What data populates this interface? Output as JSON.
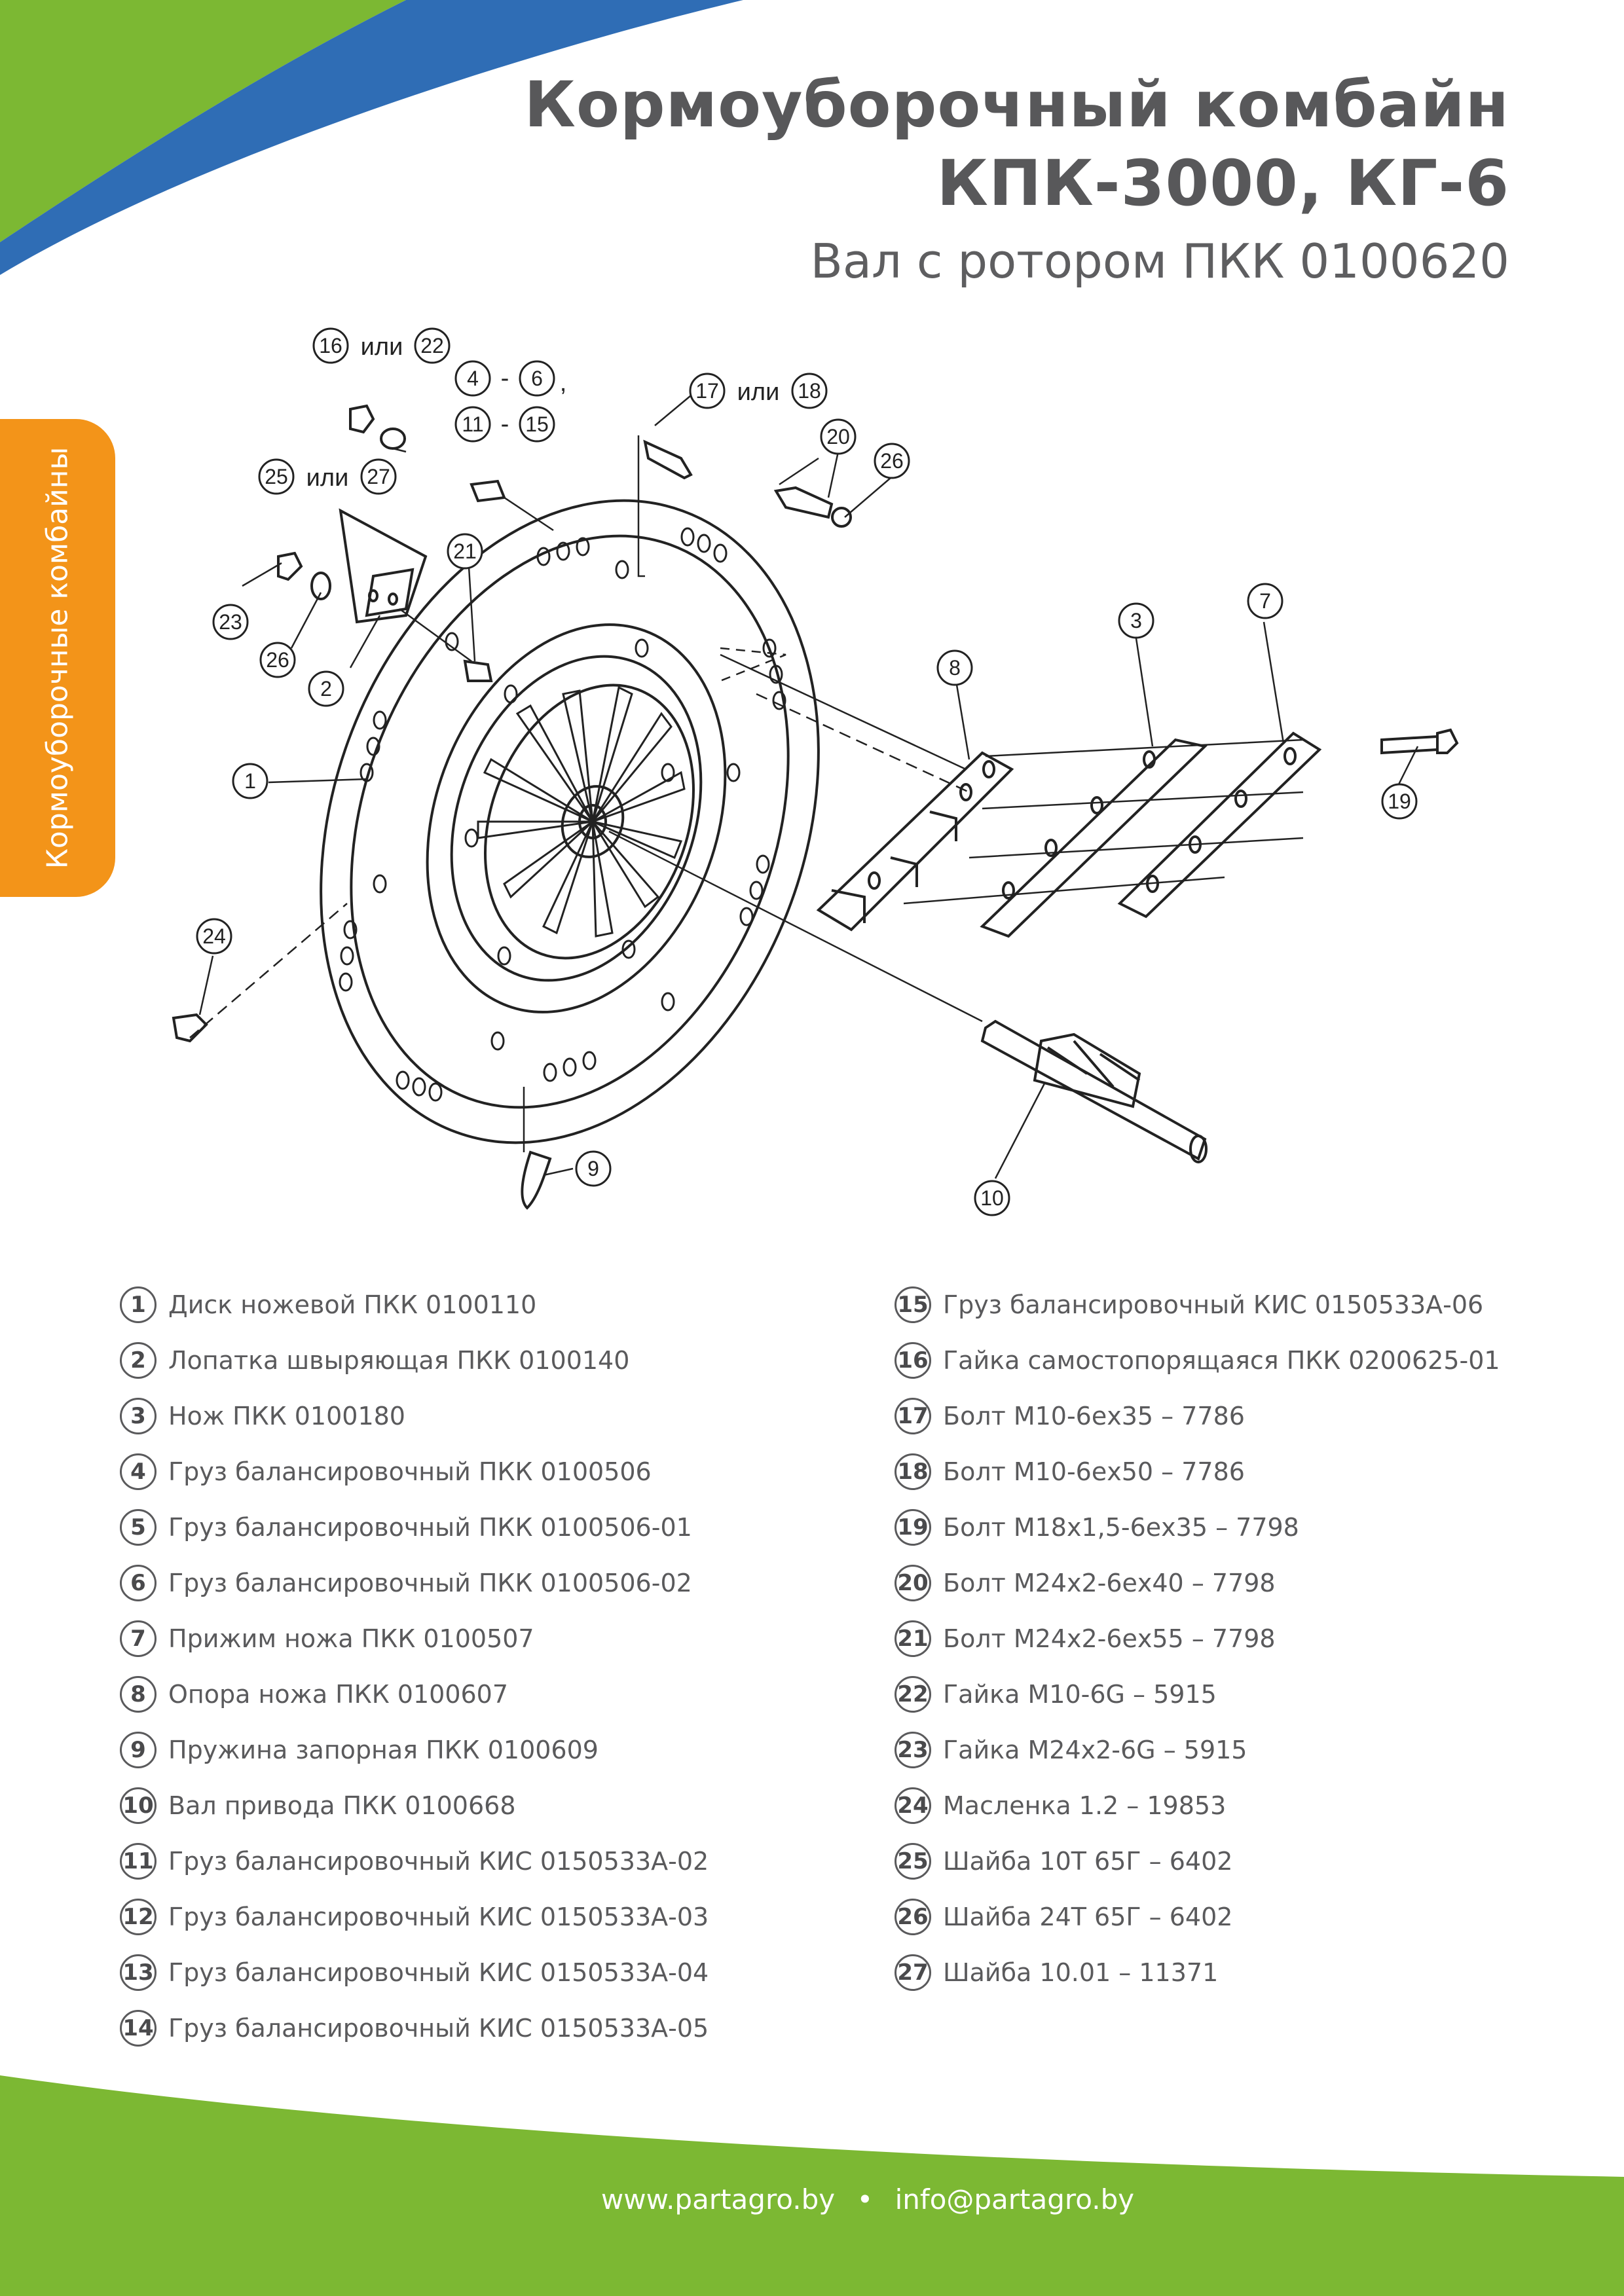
{
  "header": {
    "title_line1": "Кормоуборочный комбайн",
    "title_line2": "КПК-3000, КГ-6",
    "subtitle": "Вал с ротором ПКК 0100620"
  },
  "side_tab": {
    "label": "Кормоуборочные комбайны"
  },
  "colors": {
    "green": "#7cb833",
    "blue": "#2f6db5",
    "orange": "#f39419",
    "text": "#5a5a5c"
  },
  "diagram_labels": {
    "l16": "16",
    "or1": "или",
    "l22": "22",
    "l4": "4",
    "dash1": "-",
    "l6": "6",
    "comma": ",",
    "l11": "11",
    "dash2": "-",
    "l15": "15",
    "l25": "25",
    "or2": "или",
    "l27": "27",
    "l17": "17",
    "or3": "или",
    "l18": "18",
    "l20": "20",
    "l26a": "26",
    "l21": "21",
    "l23": "23",
    "l26b": "26",
    "l2": "2",
    "l1": "1",
    "l8": "8",
    "l3": "3",
    "l7": "7",
    "l19": "19",
    "l24": "24",
    "l9": "9",
    "l10": "10"
  },
  "parts_left": [
    {
      "num": "1",
      "name": "Диск ножевой ПКК 0100110"
    },
    {
      "num": "2",
      "name": "Лопатка швыряющая ПКК 0100140"
    },
    {
      "num": "3",
      "name": "Нож ПКК 0100180"
    },
    {
      "num": "4",
      "name": "Груз балансировочный ПКК 0100506"
    },
    {
      "num": "5",
      "name": "Груз балансировочный ПКК 0100506-01"
    },
    {
      "num": "6",
      "name": "Груз балансировочный ПКК 0100506-02"
    },
    {
      "num": "7",
      "name": "Прижим ножа ПКК 0100507"
    },
    {
      "num": "8",
      "name": "Опора ножа ПКК 0100607"
    },
    {
      "num": "9",
      "name": "Пружина запорная ПКК 0100609"
    },
    {
      "num": "10",
      "name": "Вал привода ПКК 0100668"
    },
    {
      "num": "11",
      "name": "Груз балансировочный КИС 0150533А-02"
    },
    {
      "num": "12",
      "name": "Груз балансировочный КИС 0150533А-03"
    },
    {
      "num": "13",
      "name": "Груз балансировочный КИС 0150533А-04"
    },
    {
      "num": "14",
      "name": "Груз балансировочный КИС 0150533А-05"
    }
  ],
  "parts_right": [
    {
      "num": "15",
      "name": "Груз балансировочный КИС 0150533А-06"
    },
    {
      "num": "16",
      "name": "Гайка самостопорящаяся ПКК 0200625-01"
    },
    {
      "num": "17",
      "name": "Болт М10-6ех35 – 7786"
    },
    {
      "num": "18",
      "name": "Болт М10-6ех50 – 7786"
    },
    {
      "num": "19",
      "name": "Болт М18х1,5-6ех35 – 7798"
    },
    {
      "num": "20",
      "name": "Болт М24х2-6ех40 – 7798"
    },
    {
      "num": "21",
      "name": "Болт М24х2-6ех55 – 7798"
    },
    {
      "num": "22",
      "name": "Гайка М10-6G – 5915"
    },
    {
      "num": "23",
      "name": "Гайка М24х2-6G – 5915"
    },
    {
      "num": "24",
      "name": "Масленка 1.2 – 19853"
    },
    {
      "num": "25",
      "name": "Шайба 10Т 65Г – 6402"
    },
    {
      "num": "26",
      "name": "Шайба 24Т 65Г – 6402"
    },
    {
      "num": "27",
      "name": "Шайба 10.01 – 11371"
    }
  ],
  "footer": {
    "website": "www.partagro.by",
    "separator": "•",
    "email": "info@partagro.by"
  }
}
